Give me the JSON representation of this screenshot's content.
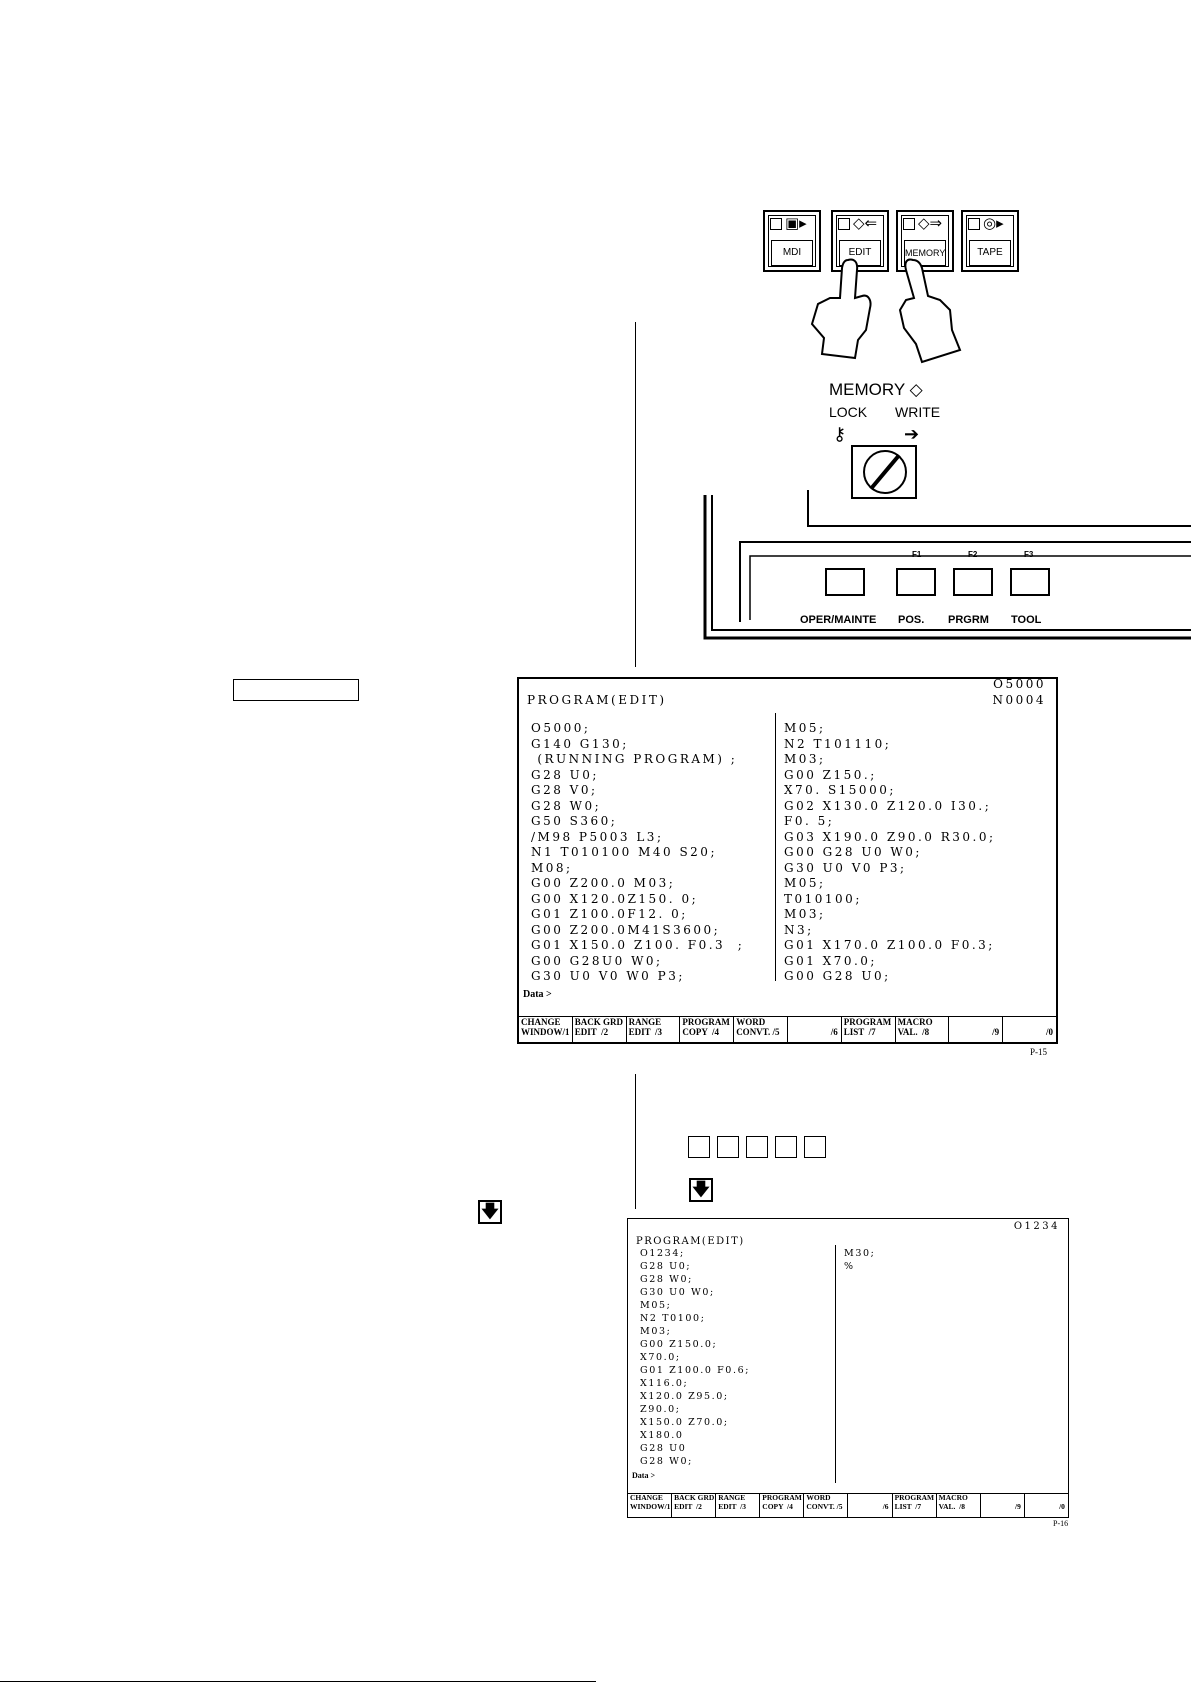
{
  "mode_keys": [
    {
      "label": "MDI",
      "icon": "floppy-icon"
    },
    {
      "label": "EDIT",
      "icon": "edit-diamond-icon"
    },
    {
      "label": "MEMORY",
      "icon": "memory-diamond-icon"
    },
    {
      "label": "TAPE",
      "icon": "tape-icon"
    }
  ],
  "key_switch": {
    "title": "MEMORY",
    "lock": "LOCK",
    "write": "WRITE"
  },
  "function_keys": [
    {
      "label": "OPER/MAINTE",
      "fnum": ""
    },
    {
      "label": "POS.",
      "fnum": "F1"
    },
    {
      "label": "PRGRM",
      "fnum": "F2"
    },
    {
      "label": "TOOL",
      "fnum": "F3"
    }
  ],
  "screen1": {
    "title": "PROGRAM(EDIT)",
    "program_no": "O5000",
    "seq_no": "N0004",
    "left_lines": [
      "O5000;",
      "G140 G130;",
      " (RUNNING PROGRAM) ;",
      "G28 U0;",
      "G28 V0;",
      "G28 W0;",
      "G50 S360;",
      "/M98 P5003 L3;",
      "N1 T010100 M40 S20;",
      "M08;",
      "G00 Z200.0 M03;",
      "G00 X120.0Z150. 0;",
      "G01 Z100.0F12. 0;",
      "G00 Z200.0M41S3600;",
      "G01 X150.0 Z100. F0.3  ;",
      "G00 G28U0 W0;",
      "G30 U0 V0 W0 P3;"
    ],
    "right_lines": [
      "M05;",
      "N2 T101110;",
      "M03;",
      "G00 Z150.;",
      "X70. S15000;",
      "G02 X130.0 Z120.0 I30.;",
      "F0. 5;",
      "G03 X190.0 Z90.0 R30.0;",
      "G00 G28 U0 W0;",
      "G30 U0 V0 P3;",
      "M05;",
      "T010100;",
      "M03;",
      "N3;",
      "G01 X170.0 Z100.0 F0.3;",
      "G01 X70.0;",
      "G00 G28 U0;"
    ],
    "data_prompt": "Data >",
    "page_label": "P-15"
  },
  "screen2": {
    "title": "PROGRAM(EDIT)",
    "program_no": "O1234",
    "left_lines": [
      "O1234;",
      "G28 U0;",
      "G28 W0;",
      "G30 U0 W0;",
      "M05;",
      "N2 T0100;",
      "M03;",
      "G00 Z150.0;",
      "X70.0;",
      "G01 Z100.0 F0.6;",
      "X116.0;",
      "X120.0 Z95.0;",
      "Z90.0;",
      "X150.0 Z70.0;",
      "X180.0",
      "G28 U0",
      "G28 W0;"
    ],
    "right_lines": [
      "M30;",
      "%"
    ],
    "data_prompt": "Data >",
    "page_label": "P-16"
  },
  "soft_keys": [
    {
      "top": "CHANGE",
      "bottom": "WINDOW/1"
    },
    {
      "top": "BACK GRD",
      "bottom": "EDIT  /2"
    },
    {
      "top": "RANGE",
      "bottom": "EDIT  /3"
    },
    {
      "top": "PROGRAM",
      "bottom": "COPY  /4"
    },
    {
      "top": "WORD",
      "bottom": "CONVT. /5"
    },
    {
      "top": "",
      "bottom": "/6"
    },
    {
      "top": "PROGRAM",
      "bottom": "LIST  /7"
    },
    {
      "top": "MACRO",
      "bottom": "VAL.  /8"
    },
    {
      "top": "",
      "bottom": "/9"
    },
    {
      "top": "",
      "bottom": "/0"
    }
  ],
  "down_key_glyph": "🡇"
}
